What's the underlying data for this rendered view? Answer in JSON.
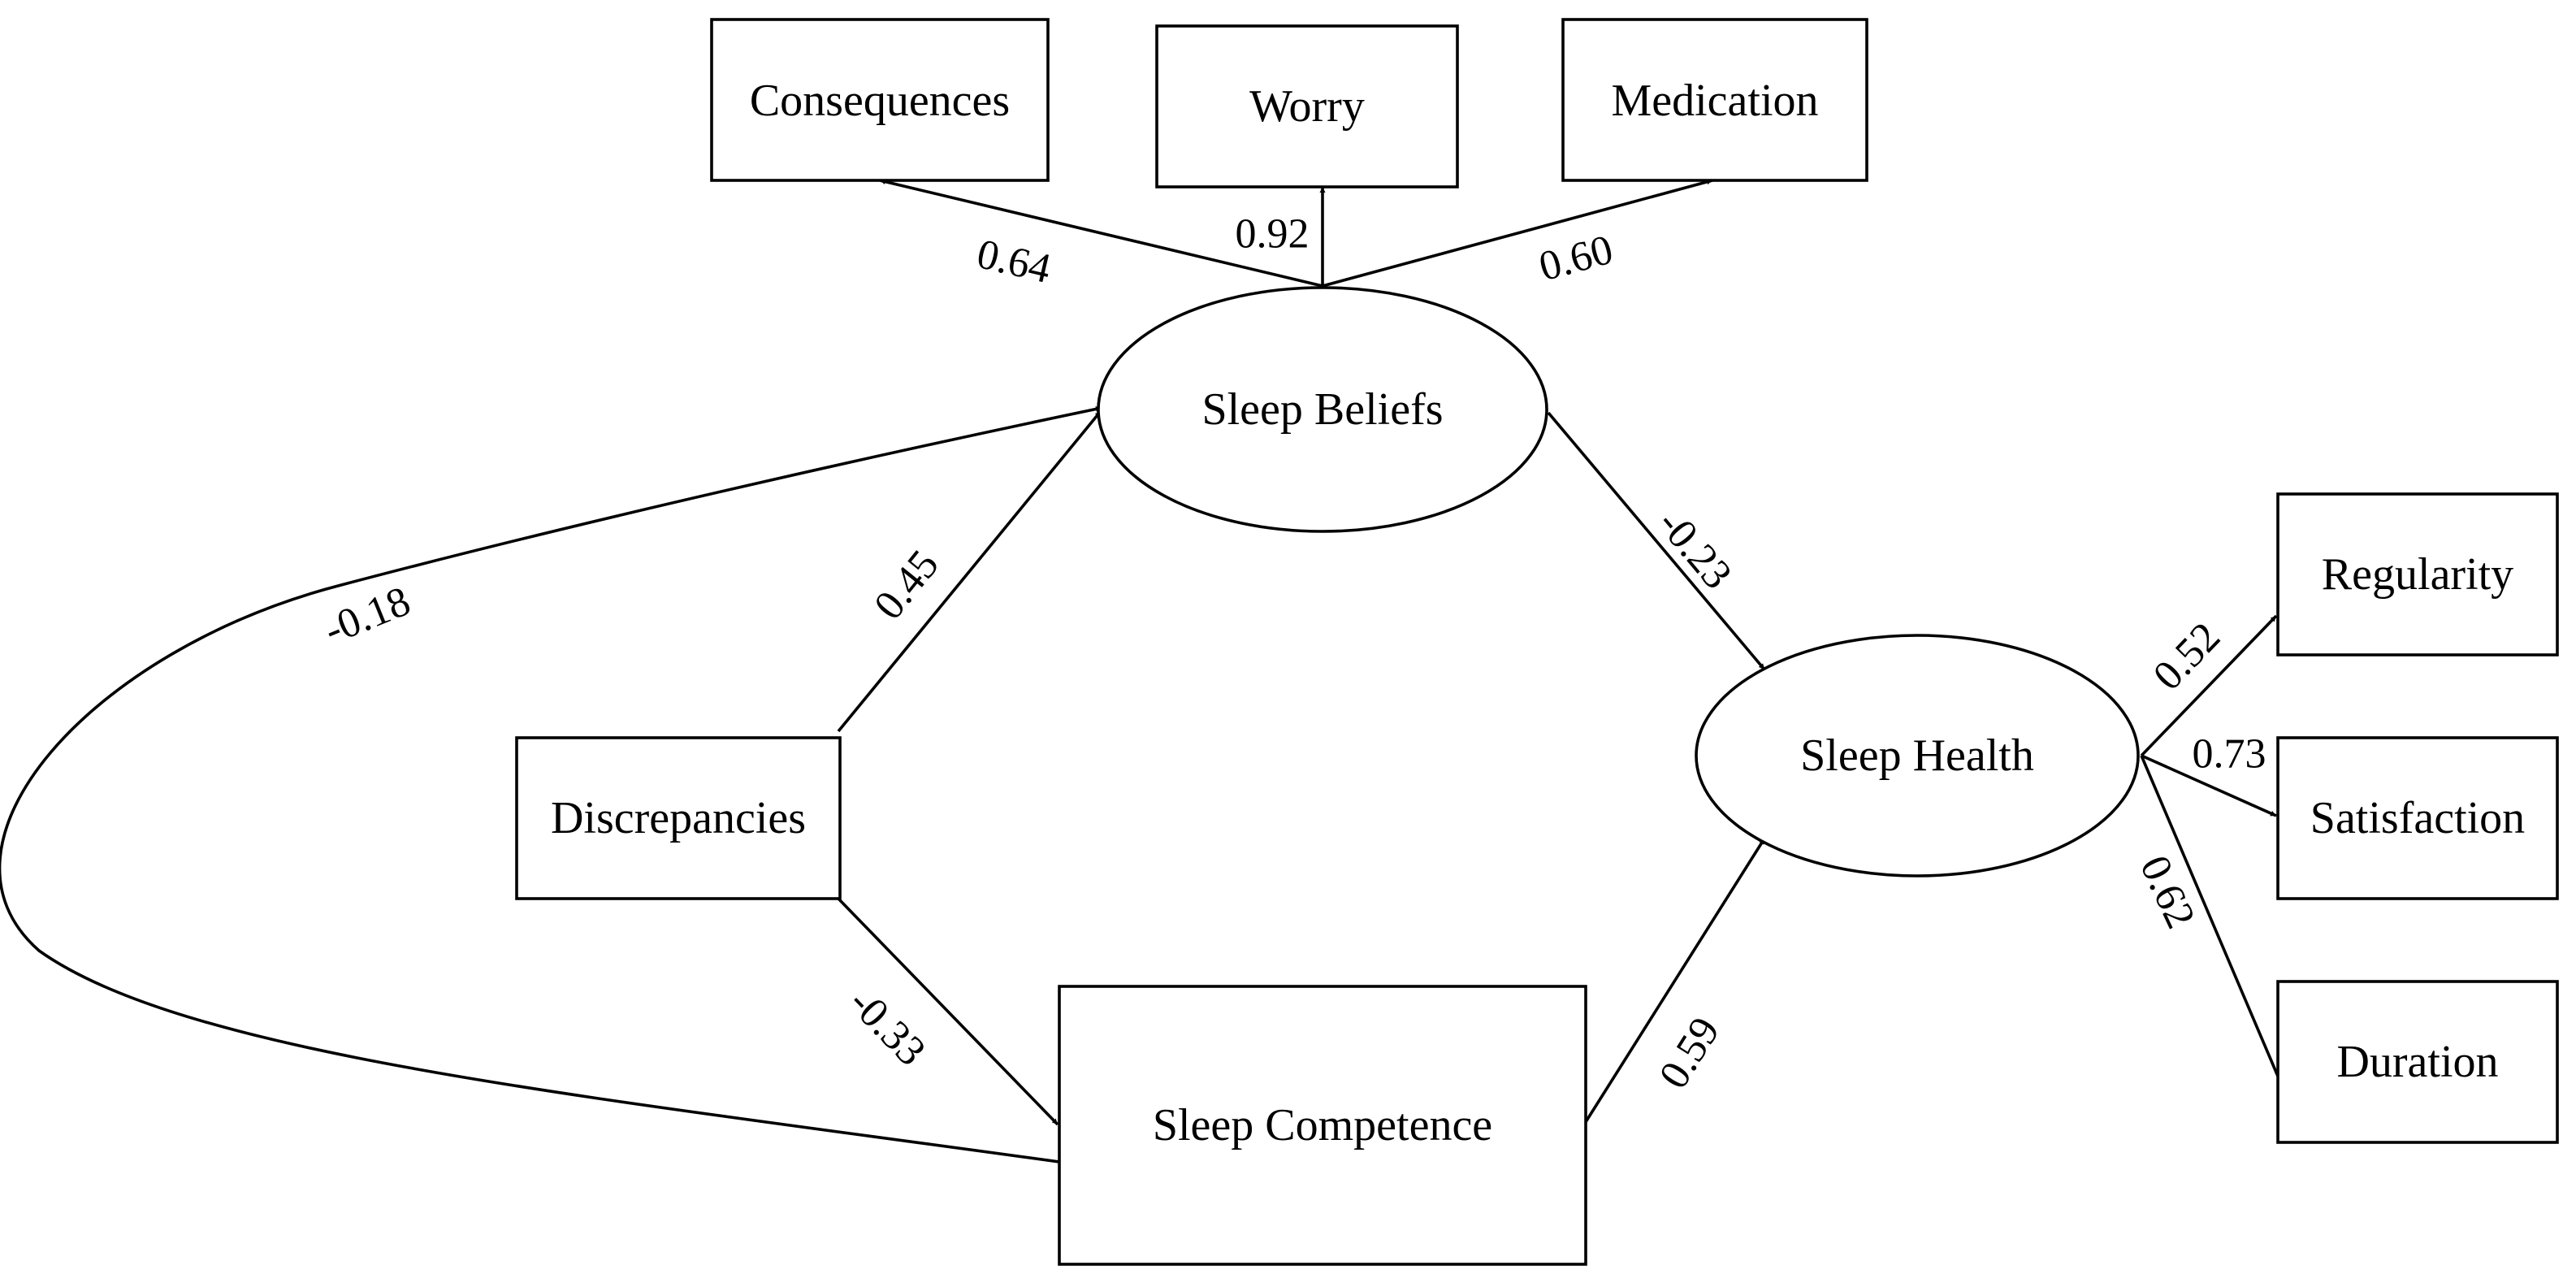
{
  "nodes": {
    "consequences": "Consequences",
    "worry": "Worry",
    "medication": "Medication",
    "sleep_beliefs": "Sleep Beliefs",
    "discrepancies": "Discrepancies",
    "sleep_health": "Sleep Health",
    "sleep_competence": "Sleep Competence",
    "regularity": "Regularity",
    "satisfaction": "Satisfaction",
    "duration": "Duration"
  },
  "coefficients": {
    "beliefs_to_consequences": "0.64",
    "beliefs_to_worry": "0.92",
    "beliefs_to_medication": "0.60",
    "beliefs_to_health": "-0.23",
    "discrepancies_to_beliefs": "0.45",
    "competence_to_beliefs": "-0.18",
    "discrepancies_to_competence": "-0.33",
    "competence_to_health": "0.59",
    "health_to_regularity": "0.52",
    "health_to_satisfaction": "0.73",
    "health_to_duration": "0.62"
  }
}
